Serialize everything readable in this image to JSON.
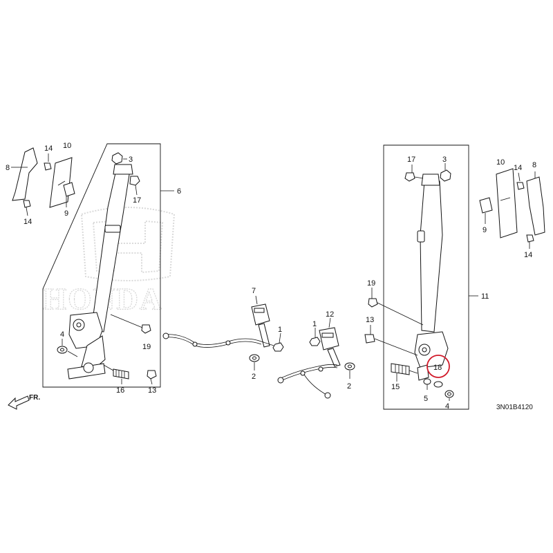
{
  "diagram": {
    "code": "3N01B4120",
    "direction_label": "FR.",
    "highlight_color": "#d11a2a",
    "watermark": "HONDA",
    "callouts": {
      "l10": "10",
      "l14a": "14",
      "l8": "8",
      "l9": "9",
      "l14b": "14",
      "l3a": "3",
      "l17a": "17",
      "l6": "6",
      "l19a": "19",
      "l4a": "4",
      "l16": "16",
      "l13a": "13",
      "l7": "7",
      "l1a": "1",
      "l2a": "2",
      "l12": "12",
      "l1b": "1",
      "l2b": "2",
      "l17b": "17",
      "l3b": "3",
      "l10b": "10",
      "l14c": "14",
      "l8b": "8",
      "l9b": "9",
      "l14d": "14",
      "l11": "11",
      "l19b": "19",
      "l13b": "13",
      "l15": "15",
      "l18": "18",
      "l5": "5",
      "l4b": "4"
    }
  }
}
